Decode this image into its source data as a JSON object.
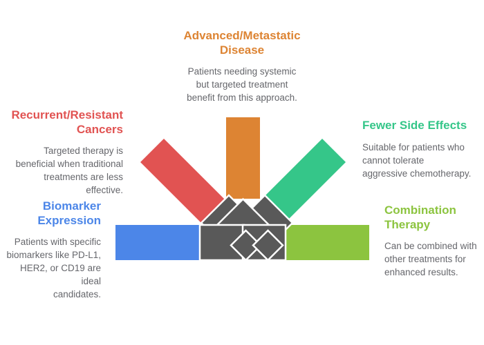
{
  "diagram": {
    "center_color": "#595959",
    "outline_color": "#ffffff",
    "sections": {
      "top": {
        "title": "Advanced/Metastatic\nDisease",
        "desc": "Patients needing systemic\nbut targeted treatment\nbenefit from this approach.",
        "color": "#DD8433"
      },
      "upper_left": {
        "title": "Recurrent/Resistant\nCancers",
        "desc": "Targeted therapy is\nbeneficial when traditional\ntreatments are less\neffective.",
        "color": "#E15352"
      },
      "upper_right": {
        "title": "Fewer Side Effects",
        "desc": "Suitable for patients who\ncannot tolerate\naggressive chemotherapy.",
        "color": "#35C689"
      },
      "lower_left": {
        "title": "Biomarker\nExpression",
        "desc": "Patients with specific\nbiomarkers like PD-L1,\nHER2, or CD19 are ideal\ncandidates.",
        "color": "#4C86E8"
      },
      "lower_right": {
        "title": "Combination\nTherapy",
        "desc": "Can be combined with\nother treatments for\nenhanced results.",
        "color": "#8CC43F"
      }
    }
  }
}
